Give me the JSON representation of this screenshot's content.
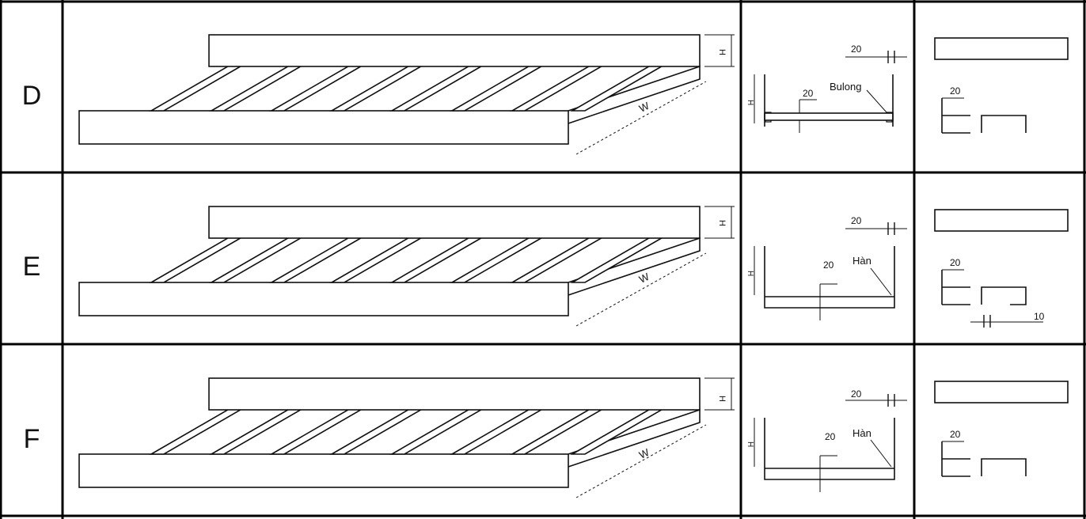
{
  "rows": [
    {
      "type": "D",
      "iso": {
        "h": "H",
        "w": "W"
      },
      "section": {
        "gap": "20",
        "flange": "20",
        "h": "H",
        "joint": "Bulong"
      },
      "detail": {
        "flange": "20"
      }
    },
    {
      "type": "E",
      "iso": {
        "h": "H",
        "w": "W"
      },
      "section": {
        "gap": "20",
        "flange": "20",
        "h": "H",
        "joint": "Hàn"
      },
      "detail": {
        "flange": "20",
        "lip": "10"
      }
    },
    {
      "type": "F",
      "iso": {
        "h": "H",
        "w": "W"
      },
      "section": {
        "gap": "20",
        "flange": "20",
        "h": "H",
        "joint": "Hàn"
      },
      "detail": {
        "flange": "20"
      }
    }
  ]
}
